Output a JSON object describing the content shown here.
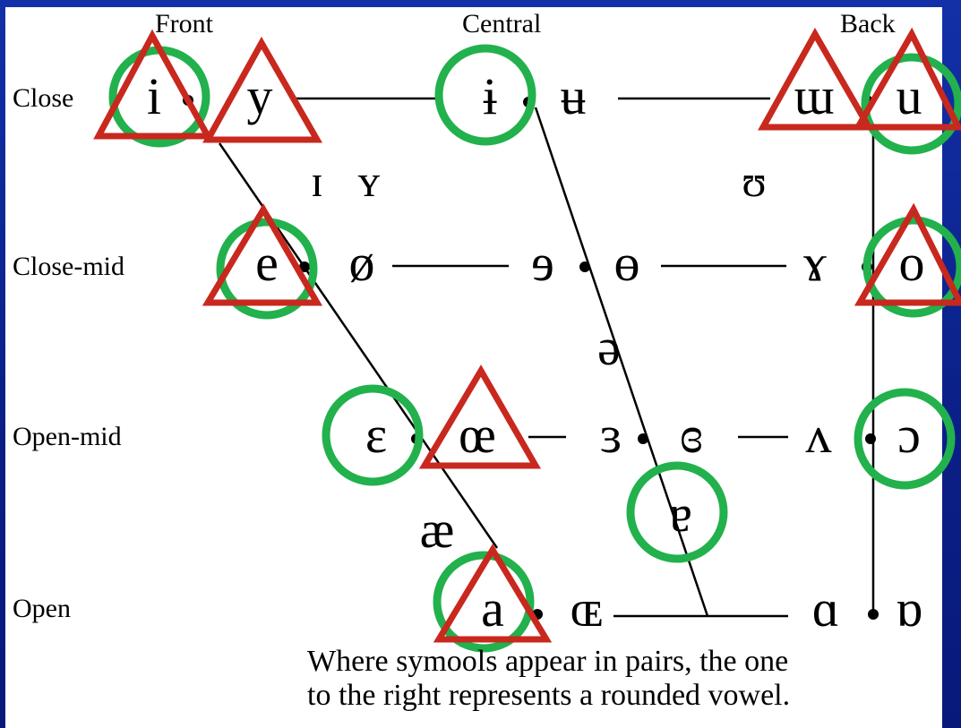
{
  "columns": {
    "front": "Front",
    "central": "Central",
    "back": "Back"
  },
  "rows": {
    "close": "Close",
    "close_mid": "Close-mid",
    "open_mid": "Open-mid",
    "open": "Open"
  },
  "vowels": {
    "close_front_unrounded": "i",
    "close_front_rounded": "y",
    "close_central_unrounded": "ɨ",
    "close_central_rounded": "ʉ",
    "close_back_unrounded": "ɯ",
    "close_back_rounded": "u",
    "near_close_front_unrounded": "ɪ",
    "near_close_front_rounded": "ʏ",
    "near_close_back_rounded": "ʊ",
    "close_mid_front_unrounded": "e",
    "close_mid_front_rounded": "ø",
    "close_mid_central_unrounded": "ɘ",
    "close_mid_central_rounded": "ɵ",
    "close_mid_back_unrounded": "ɤ",
    "close_mid_back_rounded": "o",
    "mid_central": "ə",
    "open_mid_front_unrounded": "ɛ",
    "open_mid_front_rounded": "œ",
    "open_mid_central_unrounded": "ɜ",
    "open_mid_central_rounded": "ɞ",
    "open_mid_back_unrounded": "ʌ",
    "open_mid_back_rounded": "ɔ",
    "near_open_front_unrounded": "æ",
    "near_open_central": "ɐ",
    "open_front_unrounded": "a",
    "open_front_rounded": "ɶ",
    "open_back_unrounded": "ɑ",
    "open_back_rounded": "ɒ"
  },
  "caption": {
    "line1": "Where symools appear in pairs, the one",
    "line2": "to the right represents a rounded vowel."
  },
  "colors": {
    "circle": "#22b14c",
    "triangle": "#c8281e",
    "frame": "#0b1f8a"
  }
}
